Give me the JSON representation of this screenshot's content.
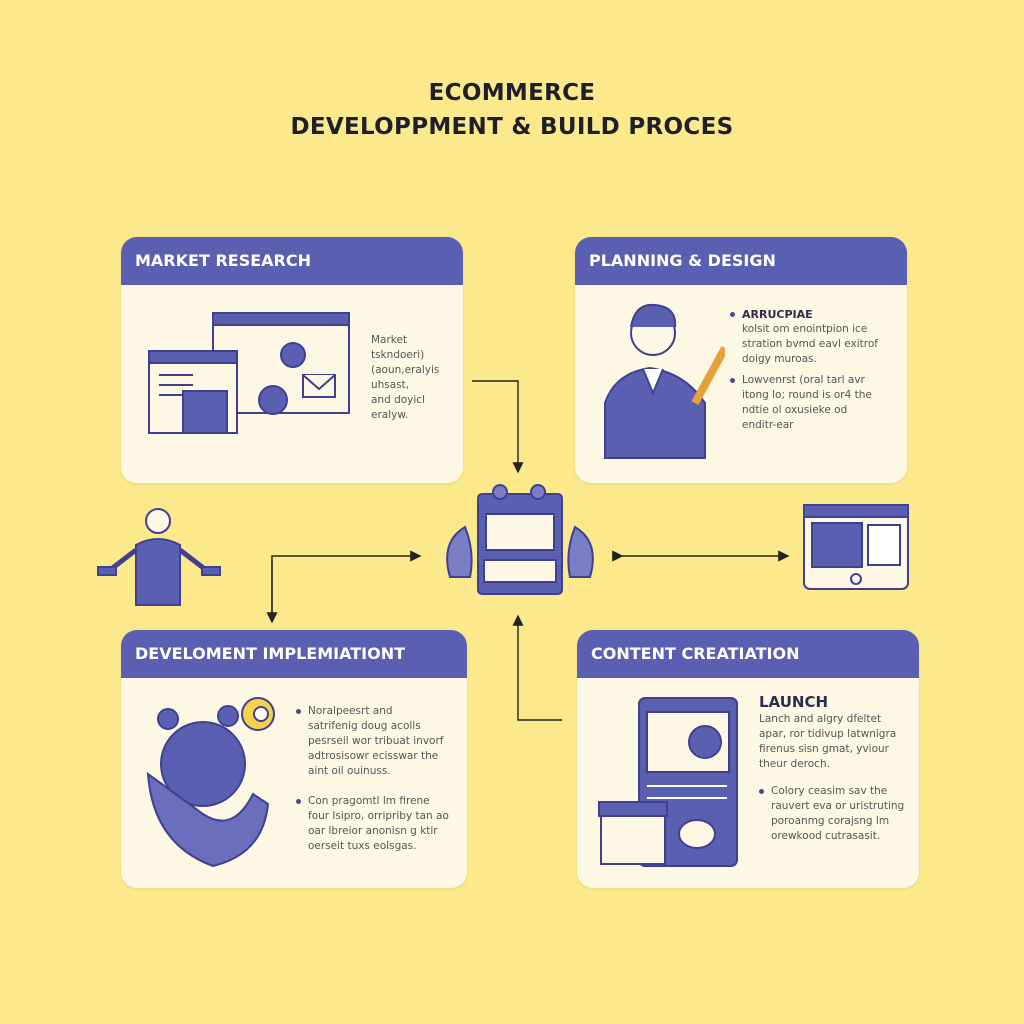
{
  "title": {
    "line1": "ECOMMERCE",
    "line2": "DEVELOPPMENT & BUILD PROCES"
  },
  "colors": {
    "background": "#fbe98c",
    "accent": "#5b5fb2",
    "card": "#fcf8e4"
  },
  "cards": {
    "market": {
      "heading": "MARKET RESEARCH",
      "text": [
        "Market",
        "tskndoeri)",
        "(aoun,eralyis",
        "uhsast,",
        "and doyicl",
        "eralyw."
      ]
    },
    "planning": {
      "heading": "PLANNING & DESIGN",
      "sub": "ARRUCPIAE",
      "bullet1": [
        "kolsit om enointpion ice",
        "stration bvmd eavl exitrof",
        "doigy muroas."
      ],
      "bullet2": [
        "Lowvenrst (oral tarl avr",
        "itong lo; round is or4 the",
        "ndtie ol oxusieke od",
        "enditr-ear"
      ]
    },
    "development": {
      "heading": "DEVELOMENT IMPLEMIATIONT",
      "bullet1": [
        "Noralpeesrt and",
        "satrifenig doug acolls",
        "pesrseil wor tribuat invorf",
        "adtrosisowr ecisswar the",
        "aint oil ouinuss."
      ],
      "bullet2": [
        "Con pragomtl lm firene",
        "four lsipro, orripriby tan ao",
        "oar lbreior anonisn g ktir",
        "oerseit tuxs eolsgas."
      ]
    },
    "content": {
      "heading": "CONTENT CREATIATION",
      "sub": "LAUNCH",
      "para": [
        "Lanch and algry dfeltet",
        "apar, ror tidivup latwnigra",
        "firenus sisn gmat, yviour",
        "theur deroch."
      ],
      "bullet": [
        "Colory ceasim sav the",
        "rauvert eva or uristruting",
        "poroanmg corajsng lm",
        "orewkood cutrasasit."
      ]
    }
  }
}
